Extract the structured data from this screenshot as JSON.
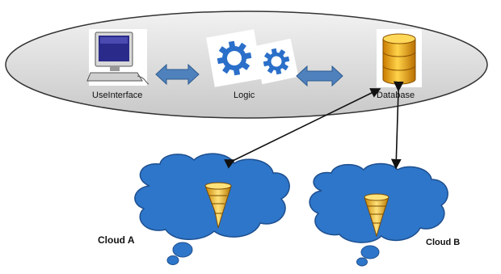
{
  "labels": {
    "user_interface": "UseInterface",
    "logic": "Logic",
    "database": "Database",
    "cloud_a": "Cloud A",
    "cloud_b": "Cloud B"
  },
  "icons": {
    "monitor": "computer-monitor-icon",
    "gear": "gear-icon",
    "database": "database-cylinder-icon",
    "funnel": "funnel-icon",
    "double_arrow": "double-arrow-icon"
  },
  "colors": {
    "ellipse_fill": "#d9d9d9",
    "cloud_fill": "#2e76c9",
    "arrow_fill": "#4f81bd",
    "gear": "#2a6fc9",
    "db_gold": "#f0a800"
  }
}
